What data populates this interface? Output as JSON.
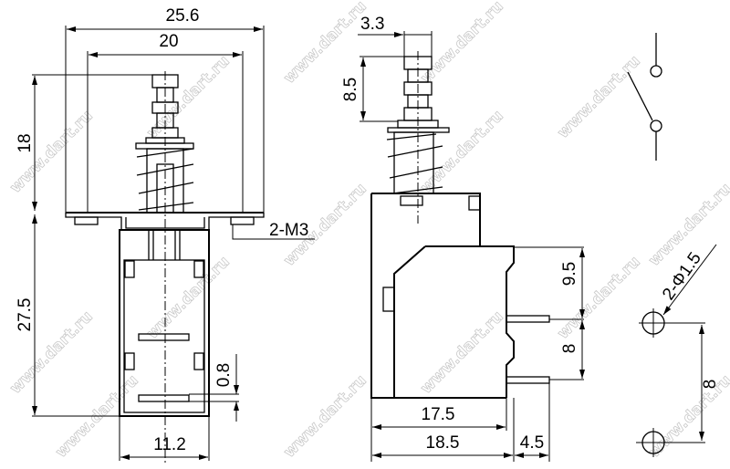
{
  "watermark": "www.dart.ru",
  "front_view": {
    "overall_width": "25.6",
    "mount_width": "20",
    "plunger_height": "18",
    "body_height": "27.5",
    "mount_screw": "2-M3",
    "pin_thickness": "0.8",
    "body_width": "11.2"
  },
  "side_view": {
    "plunger_width": "3.3",
    "plunger_travel": "8.5",
    "pin_top_offset": "9.5",
    "pin_spacing": "8",
    "body_depth": "17.5",
    "depth_to_pins": "18.5",
    "pin_length": "4.5"
  },
  "pcb_layout": {
    "hole_spec": "2-Φ1.5",
    "hole_spacing": "8"
  }
}
